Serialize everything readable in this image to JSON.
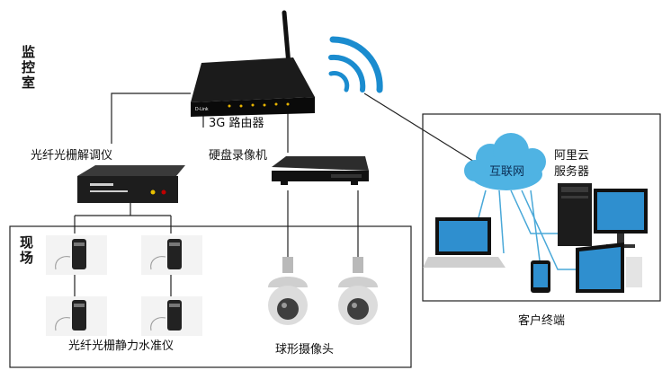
{
  "zones": {
    "control_room": [
      "监",
      "控",
      "室"
    ],
    "site": [
      "现",
      "场"
    ]
  },
  "labels": {
    "router": "3G 路由器",
    "dvr": "硬盘录像机",
    "demodulator": "光纤光栅解调仪",
    "level_gauge": "光纤光栅静力水准仪",
    "camera": "球形摄像头",
    "cloud": "互联网",
    "server": [
      "阿里云",
      "服务器"
    ],
    "client": "客户终端"
  },
  "router_brand": "D-Link",
  "colors": {
    "line": "#222222",
    "cloud": "#4fb3e3",
    "cloud_link": "#49a8d8",
    "wifi": "#1b8ccf"
  }
}
